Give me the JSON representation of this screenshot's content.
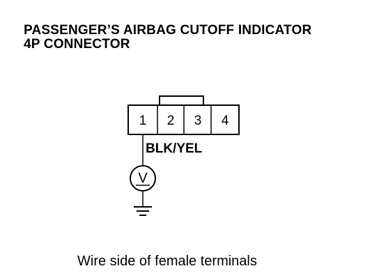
{
  "title": {
    "line1": "PASSENGER’S AIRBAG CUTOFF INDICATOR",
    "line2": "4P CONNECTOR"
  },
  "connector": {
    "pins": [
      "1",
      "2",
      "3",
      "4"
    ]
  },
  "wire": {
    "label": "BLK/YEL"
  },
  "meter": {
    "symbol": "V"
  },
  "caption": "Wire side of female terminals"
}
